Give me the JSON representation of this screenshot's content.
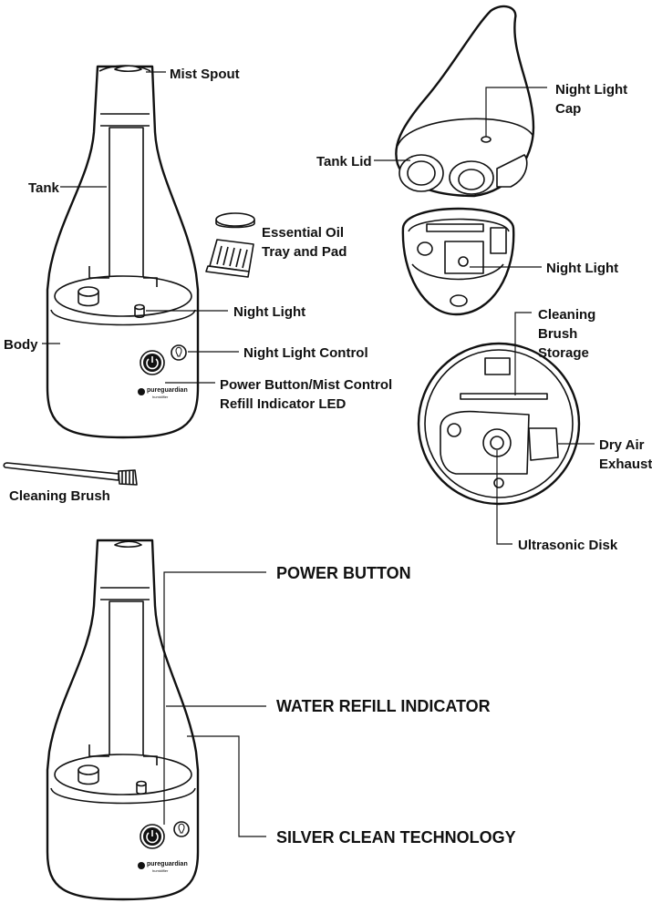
{
  "labels": {
    "mist_spout": "Mist Spout",
    "tank": "Tank",
    "essential_oil_line1": "Essential Oil",
    "essential_oil_line2": "Tray and Pad",
    "night_light": "Night Light",
    "body": "Body",
    "night_light_control": "Night Light Control",
    "power_mist_control": "Power Button/Mist Control",
    "refill_led": "Refill Indicator LED",
    "cleaning_brush": "Cleaning Brush",
    "night_light_cap_line1": "Night Light",
    "night_light_cap_line2": "Cap",
    "tank_lid": "Tank Lid",
    "night_light_right": "Night Light",
    "brush_storage_line1": "Cleaning",
    "brush_storage_line2": "Brush",
    "brush_storage_line3": "Storage",
    "dry_air_line1": "Dry Air",
    "dry_air_line2": "Exhaust",
    "ultrasonic_disk": "Ultrasonic Disk",
    "power_button_caps": "POWER BUTTON",
    "water_refill_caps": "WATER REFILL INDICATOR",
    "silver_clean_caps": "SILVER CLEAN TECHNOLOGY"
  },
  "brand": {
    "name": "pureguardian",
    "tagline": "humidifier"
  },
  "icons": [
    "power-icon",
    "bulb-icon",
    "brand-logo-icon"
  ]
}
